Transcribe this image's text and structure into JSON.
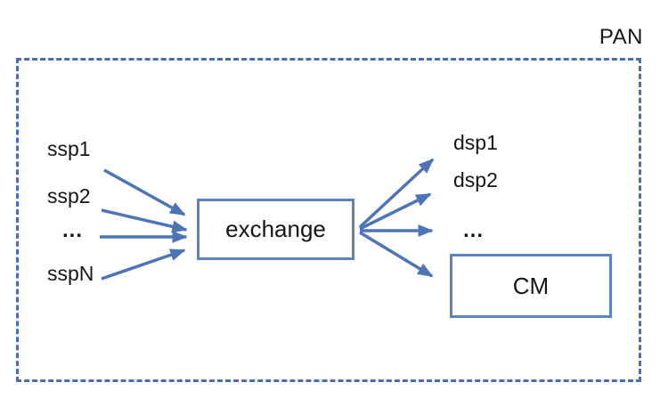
{
  "diagram": {
    "outer_label": "PAN",
    "hub_label": "exchange",
    "cm_label": "CM",
    "sources": [
      "ssp1",
      "ssp2",
      "...",
      "sspN"
    ],
    "destinations": [
      "dsp1",
      "dsp2",
      "..."
    ],
    "edges": [
      {
        "from": "ssp1",
        "to": "exchange"
      },
      {
        "from": "ssp2",
        "to": "exchange"
      },
      {
        "from": "...",
        "to": "exchange"
      },
      {
        "from": "sspN",
        "to": "exchange"
      },
      {
        "from": "exchange",
        "to": "dsp1"
      },
      {
        "from": "exchange",
        "to": "dsp2"
      },
      {
        "from": "exchange",
        "to": "..."
      },
      {
        "from": "exchange",
        "to": "CM"
      }
    ],
    "colors": {
      "arrow": "#4e74b8",
      "box_border": "#5b84c4",
      "dashed_border": "#4a6db3",
      "text": "#161616",
      "background": "#ffffff"
    }
  }
}
